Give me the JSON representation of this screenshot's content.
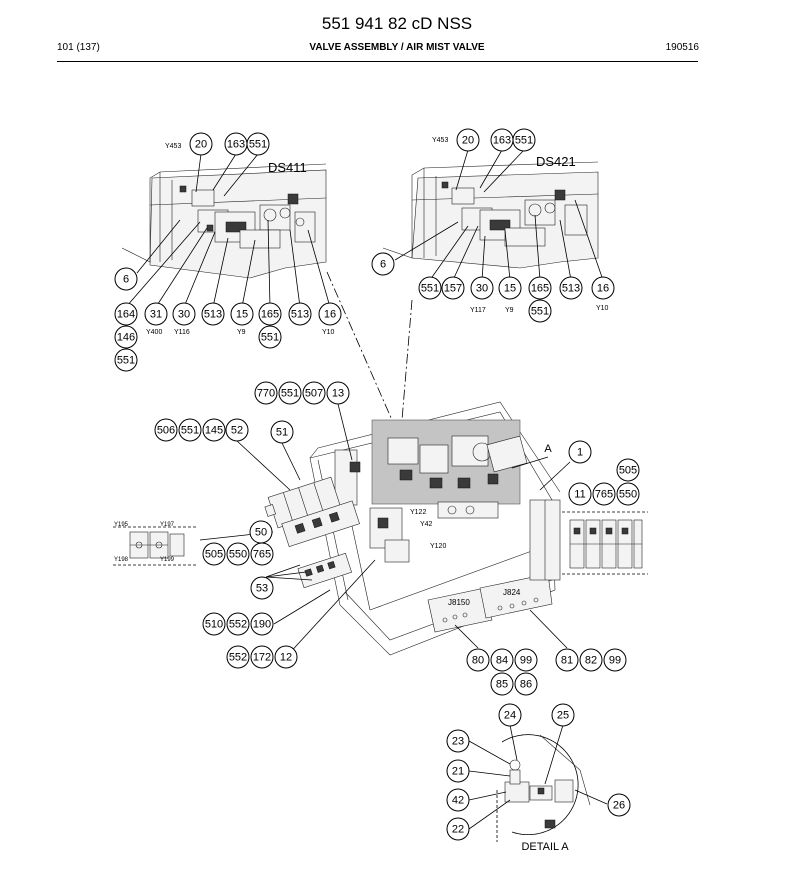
{
  "header": {
    "doc_code": "551 941 82 cD NSS",
    "page_number": "101 (137)",
    "title": "VALVE ASSEMBLY / AIR MIST VALVE",
    "date_code": "190516"
  },
  "diagram": {
    "detail_label": "DETAIL A",
    "detail_marker": "A",
    "views": [
      {
        "id": "ds411",
        "title": "DS411"
      },
      {
        "id": "ds421",
        "title": "DS421"
      }
    ],
    "connectors": [
      "J8150",
      "J824"
    ],
    "signal_labels": [
      {
        "id": "y453-a",
        "text": "Y453"
      },
      {
        "id": "y453-b",
        "text": "Y453"
      },
      {
        "id": "y400",
        "text": "Y400"
      },
      {
        "id": "y116",
        "text": "Y116"
      },
      {
        "id": "y9-a",
        "text": "Y9"
      },
      {
        "id": "y10-a",
        "text": "Y10"
      },
      {
        "id": "y117",
        "text": "Y117"
      },
      {
        "id": "y9-b",
        "text": "Y9"
      },
      {
        "id": "y10-b",
        "text": "Y10"
      },
      {
        "id": "y122",
        "text": "Y122"
      },
      {
        "id": "y42",
        "text": "Y42"
      },
      {
        "id": "y120",
        "text": "Y120"
      },
      {
        "id": "y195",
        "text": "Y195"
      },
      {
        "id": "y197",
        "text": "Y197"
      },
      {
        "id": "y198",
        "text": "Y198"
      },
      {
        "id": "y199",
        "text": "Y199"
      }
    ],
    "callouts": [
      {
        "id": "c1",
        "text": "20"
      },
      {
        "id": "c2",
        "text": "163"
      },
      {
        "id": "c3",
        "text": "551"
      },
      {
        "id": "c4",
        "text": "20"
      },
      {
        "id": "c5",
        "text": "163"
      },
      {
        "id": "c6",
        "text": "551"
      },
      {
        "id": "c7",
        "text": "6"
      },
      {
        "id": "c8",
        "text": "6"
      },
      {
        "id": "c9",
        "text": "551"
      },
      {
        "id": "c10",
        "text": "157"
      },
      {
        "id": "c11",
        "text": "30"
      },
      {
        "id": "c12",
        "text": "15"
      },
      {
        "id": "c13",
        "text": "165"
      },
      {
        "id": "c14",
        "text": "513"
      },
      {
        "id": "c15",
        "text": "16"
      },
      {
        "id": "c16",
        "text": "551"
      },
      {
        "id": "c17",
        "text": "164"
      },
      {
        "id": "c18",
        "text": "31"
      },
      {
        "id": "c19",
        "text": "30"
      },
      {
        "id": "c20",
        "text": "513"
      },
      {
        "id": "c21",
        "text": "15"
      },
      {
        "id": "c22",
        "text": "165"
      },
      {
        "id": "c23",
        "text": "513"
      },
      {
        "id": "c24",
        "text": "16"
      },
      {
        "id": "c25",
        "text": "146"
      },
      {
        "id": "c26",
        "text": "551"
      },
      {
        "id": "c27",
        "text": "551"
      },
      {
        "id": "c28",
        "text": "770"
      },
      {
        "id": "c29",
        "text": "551"
      },
      {
        "id": "c30",
        "text": "507"
      },
      {
        "id": "c31",
        "text": "13"
      },
      {
        "id": "c32",
        "text": "506"
      },
      {
        "id": "c33",
        "text": "551"
      },
      {
        "id": "c34",
        "text": "145"
      },
      {
        "id": "c35",
        "text": "52"
      },
      {
        "id": "c36",
        "text": "51"
      },
      {
        "id": "c37",
        "text": "1"
      },
      {
        "id": "c38",
        "text": "505"
      },
      {
        "id": "c39",
        "text": "11"
      },
      {
        "id": "c40",
        "text": "765"
      },
      {
        "id": "c41",
        "text": "550"
      },
      {
        "id": "c42",
        "text": "50"
      },
      {
        "id": "c43",
        "text": "505"
      },
      {
        "id": "c44",
        "text": "550"
      },
      {
        "id": "c45",
        "text": "765"
      },
      {
        "id": "c46",
        "text": "53"
      },
      {
        "id": "c47",
        "text": "510"
      },
      {
        "id": "c48",
        "text": "552"
      },
      {
        "id": "c49",
        "text": "190"
      },
      {
        "id": "c50",
        "text": "552"
      },
      {
        "id": "c51",
        "text": "172"
      },
      {
        "id": "c52",
        "text": "12"
      },
      {
        "id": "c53",
        "text": "80"
      },
      {
        "id": "c54",
        "text": "84"
      },
      {
        "id": "c55",
        "text": "99"
      },
      {
        "id": "c56",
        "text": "81"
      },
      {
        "id": "c57",
        "text": "82"
      },
      {
        "id": "c58",
        "text": "99"
      },
      {
        "id": "c59",
        "text": "85"
      },
      {
        "id": "c60",
        "text": "86"
      },
      {
        "id": "c61",
        "text": "24"
      },
      {
        "id": "c62",
        "text": "25"
      },
      {
        "id": "c63",
        "text": "23"
      },
      {
        "id": "c64",
        "text": "21"
      },
      {
        "id": "c65",
        "text": "42"
      },
      {
        "id": "c66",
        "text": "26"
      },
      {
        "id": "c67",
        "text": "22"
      }
    ]
  }
}
